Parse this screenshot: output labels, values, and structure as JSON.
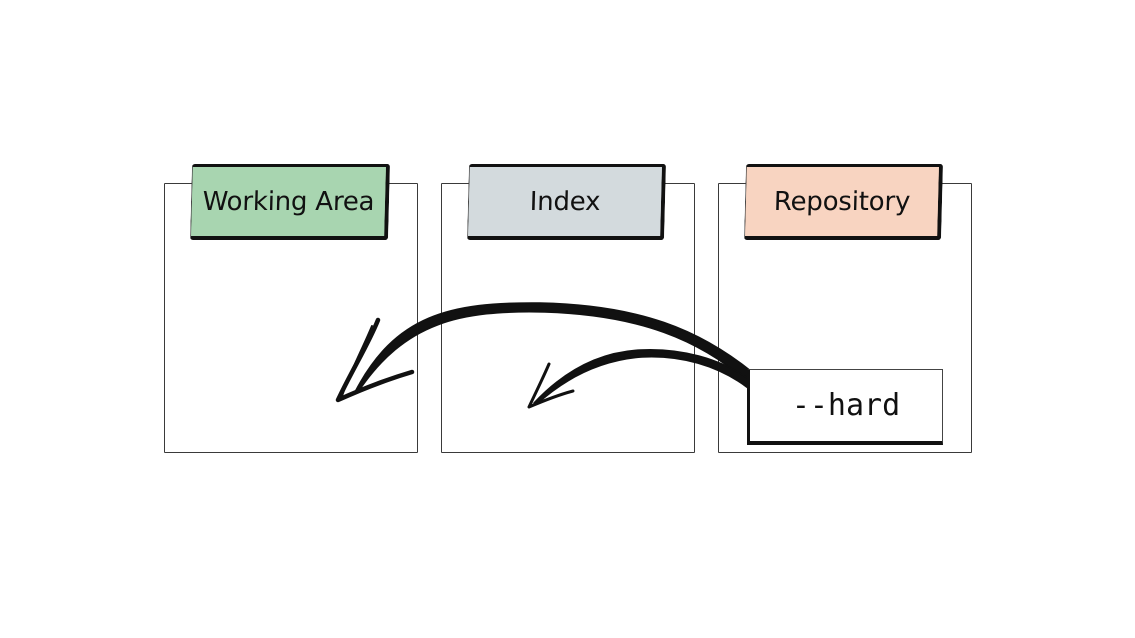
{
  "diagram": {
    "areas": [
      {
        "id": "working",
        "label": "Working Area",
        "color": "#a8d5b0"
      },
      {
        "id": "index",
        "label": "Index",
        "color": "#d3dadd"
      },
      {
        "id": "repo",
        "label": "Repository",
        "color": "#f8d4c1"
      }
    ],
    "option_label": "--hard",
    "arrows": [
      {
        "from": "repo",
        "to": "working"
      },
      {
        "from": "repo",
        "to": "index"
      }
    ]
  }
}
